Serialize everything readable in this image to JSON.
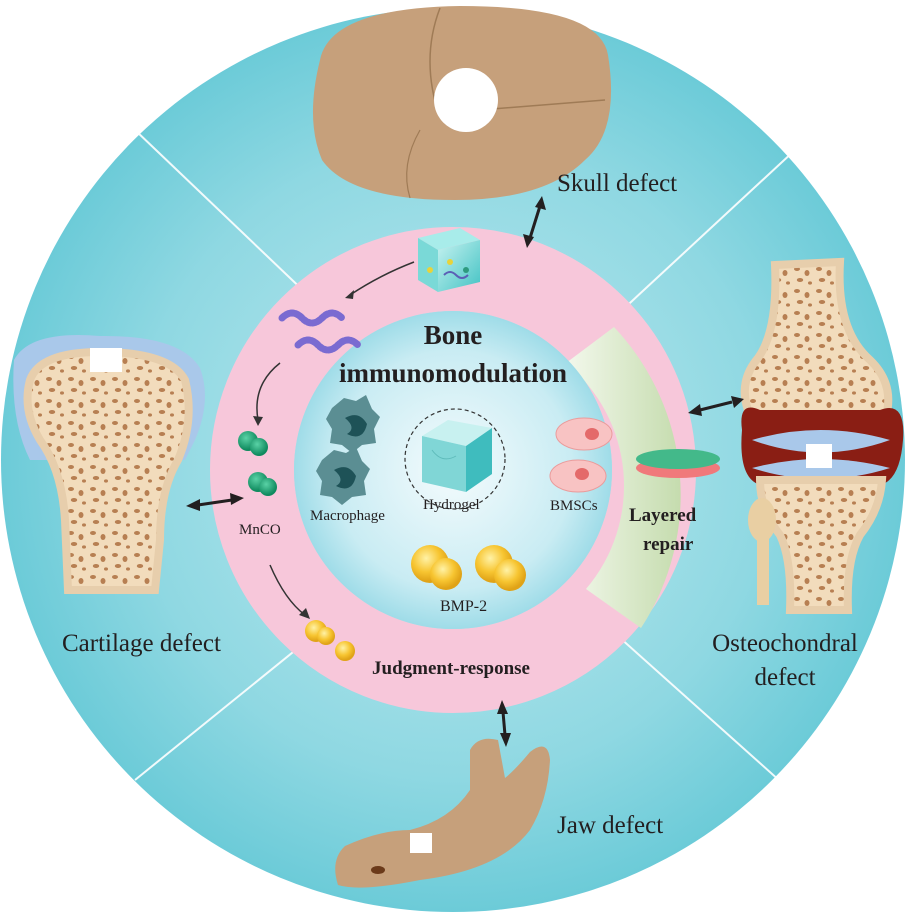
{
  "center": {
    "title_line1": "Bone",
    "title_line2": "immunomodulation",
    "macrophage": "Macrophage",
    "hydrogel": "Hydrogel",
    "bmscs": "BMSCs",
    "bmp2": "BMP-2"
  },
  "ring": {
    "mnco": "MnCO",
    "judgment": "Judgment-response",
    "layered_line1": "Layered",
    "layered_line2": "repair"
  },
  "outer": {
    "skull": "Skull defect",
    "cartilage": "Cartilage defect",
    "osteo_line1": "Osteochondral",
    "osteo_line2": "defect",
    "jaw": "Jaw defect"
  },
  "colors": {
    "outer_disk": "#7fd3df",
    "ring_pink": "#f6c5d9",
    "ring_green": "#d4e6c1",
    "core": "#bde6ef",
    "bone": "#c6a07b",
    "cartilage": "#a9c8ea"
  }
}
